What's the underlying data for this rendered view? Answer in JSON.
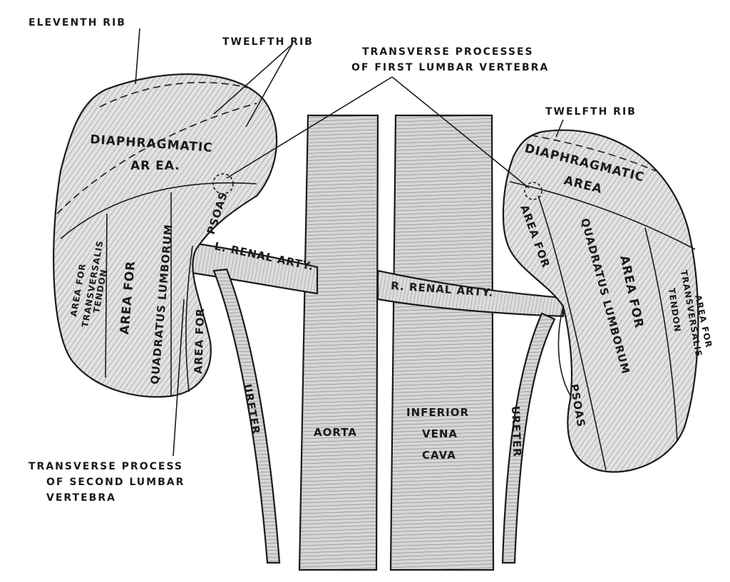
{
  "labels": {
    "eleventh_rib": "ELEVENTH RIB",
    "twelfth_rib_left": "TWELFTH RIB",
    "transverse_first_line1": "TRANSVERSE PROCESSES",
    "transverse_first_line2": "OF FIRST LUMBAR VERTEBRA",
    "twelfth_rib_right": "TWELFTH RIB",
    "left_diaphragmatic_line1": "DIAPHRAGMATIC",
    "left_diaphragmatic_line2": "AR EA.",
    "left_psoas": "PSOAS",
    "left_renal_artery": "L. RENAL ARTY.",
    "left_transversalis_line1": "AREA FOR",
    "left_transversalis_line2": "TRANSVERSALIS",
    "left_transversalis_line3": "TENDON",
    "left_quadratus_line1": "AREA FOR",
    "left_quadratus_line2": "QUADRATUS LUMBORUM",
    "left_area_for_psoas": "AREA FOR",
    "right_diaphragmatic_line1": "DIAPHRAGMATIC",
    "right_diaphragmatic_line2": "AREA",
    "right_area_for": "AREA FOR",
    "right_quadratus_line1": "AREA FOR",
    "right_quadratus_line2": "QUADRATUS LUMBORUM",
    "right_transversalis_line1": "AREA FOR",
    "right_transversalis_line2": "TRANSVERSALIS",
    "right_transversalis_line3": "TENDON",
    "right_psoas": "PSOAS",
    "right_renal_artery": "R. RENAL ARTY.",
    "aorta": "AORTA",
    "ivc_line1": "INFERIOR",
    "ivc_line2": "VENA",
    "ivc_line3": "CAVA",
    "ureter_left": "URETER",
    "ureter_right": "URETER",
    "transverse_second_line1": "TRANSVERSE PROCESS",
    "transverse_second_line2": "OF SECOND LUMBAR",
    "transverse_second_line3": "VERTEBRA"
  }
}
